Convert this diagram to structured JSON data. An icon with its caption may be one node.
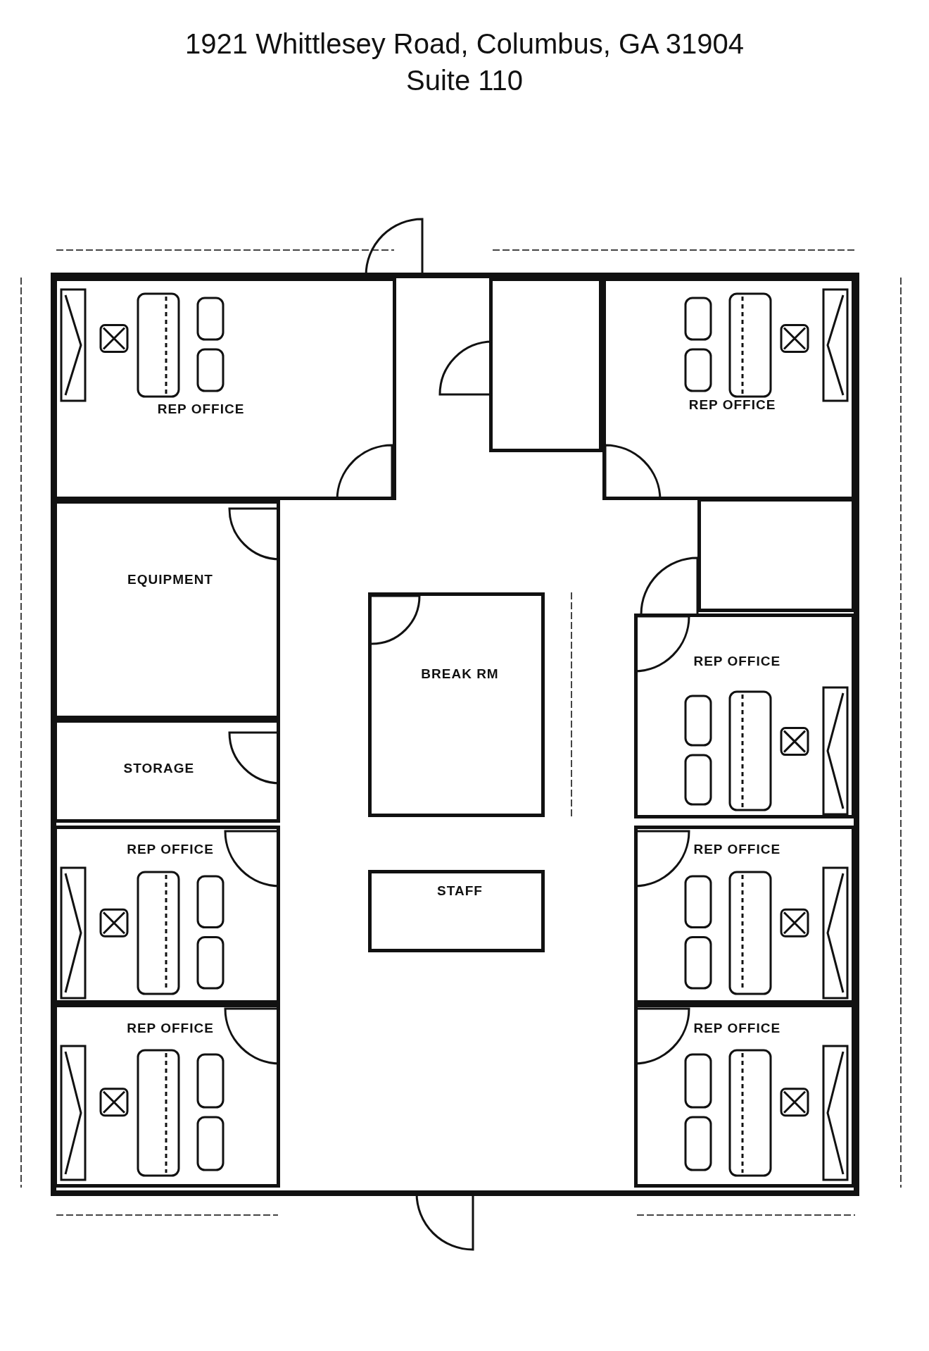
{
  "diagram": {
    "title": "1921 Whittlesey Road, Columbus, GA 31904",
    "nodes": [
      {
        "text": [
          "REP OFFICE"
        ]
      },
      {
        "text": [],
        "shape": "box"
      },
      {
        "text": [
          "REP OFFICE"
        ]
      },
      {
        "text": [
          "EQUIPMENT"
        ]
      },
      {
        "text": [],
        "shape": "box"
      },
      {
        "text": [
          "BREAK RM"
        ]
      },
      {
        "text": [
          "REP OFFICE"
        ]
      },
      {
        "text": [
          "STORAGE"
        ]
      },
      {
        "text": [
          "REP OFFICE"
        ]
      },
      {
        "text": [
          "STAFF"
        ]
      },
      {
        "text": [
          "REP OFFICE"
        ]
      },
      {
        "text": [
          "REP OFFICE"
        ]
      },
      {
        "text": [
          "REP OFFICE"
        ]
      }
    ],
    "edges": [],
    "labels": [
      "Suite 110"
    ]
  }
}
